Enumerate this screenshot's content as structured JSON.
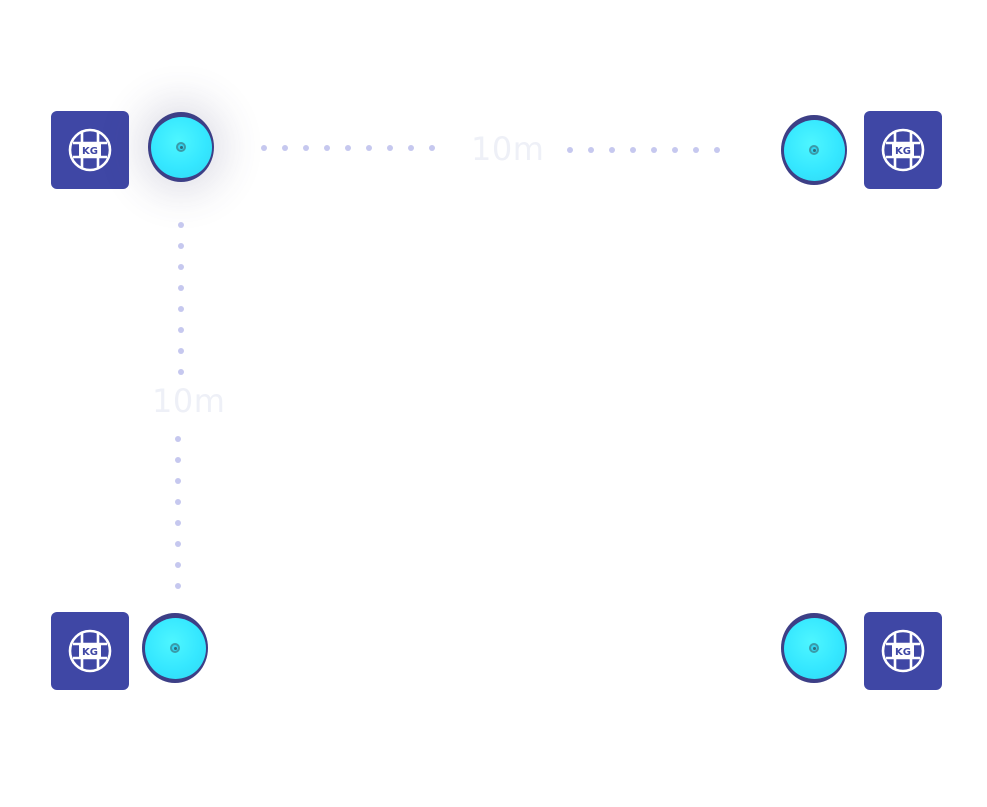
{
  "measurements": {
    "horizontal": "10m",
    "vertical": "10m"
  },
  "logo_text": "KG",
  "colors": {
    "badge_bg": "#3f47a5",
    "node_face": "#35e7ff",
    "node_back": "#3d3f86",
    "dotted_line": "#c6c8ef",
    "measure_text": "#eef0f7"
  },
  "corners": [
    {
      "id": "top-left",
      "icon": "kg-logo-icon"
    },
    {
      "id": "top-right",
      "icon": "kg-logo-icon"
    },
    {
      "id": "bottom-left",
      "icon": "kg-logo-icon"
    },
    {
      "id": "bottom-right",
      "icon": "kg-logo-icon"
    }
  ]
}
